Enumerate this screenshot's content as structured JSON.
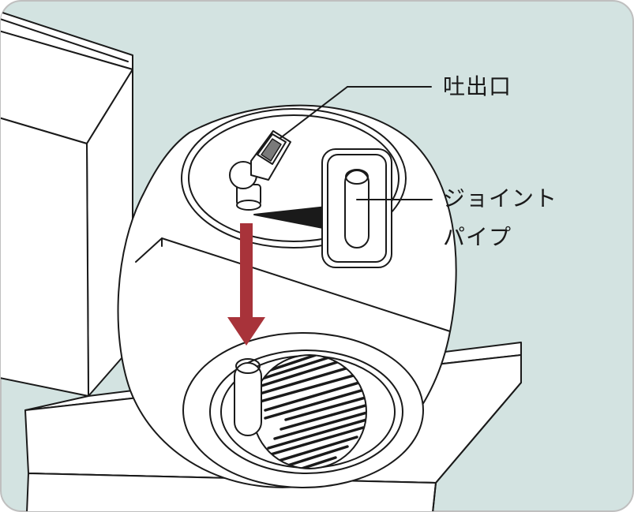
{
  "labels": {
    "outlet": "吐出口",
    "joint_pipe_line1": "ジョイント",
    "joint_pipe_line2": "パイプ"
  },
  "colors": {
    "background": "#d3e3e1",
    "frame": "#bfbfbf",
    "line": "#1a1a1a",
    "arrow": "#a8333a",
    "fill": "#ffffff"
  },
  "icons": {
    "arrow": "down-arrow-icon"
  }
}
